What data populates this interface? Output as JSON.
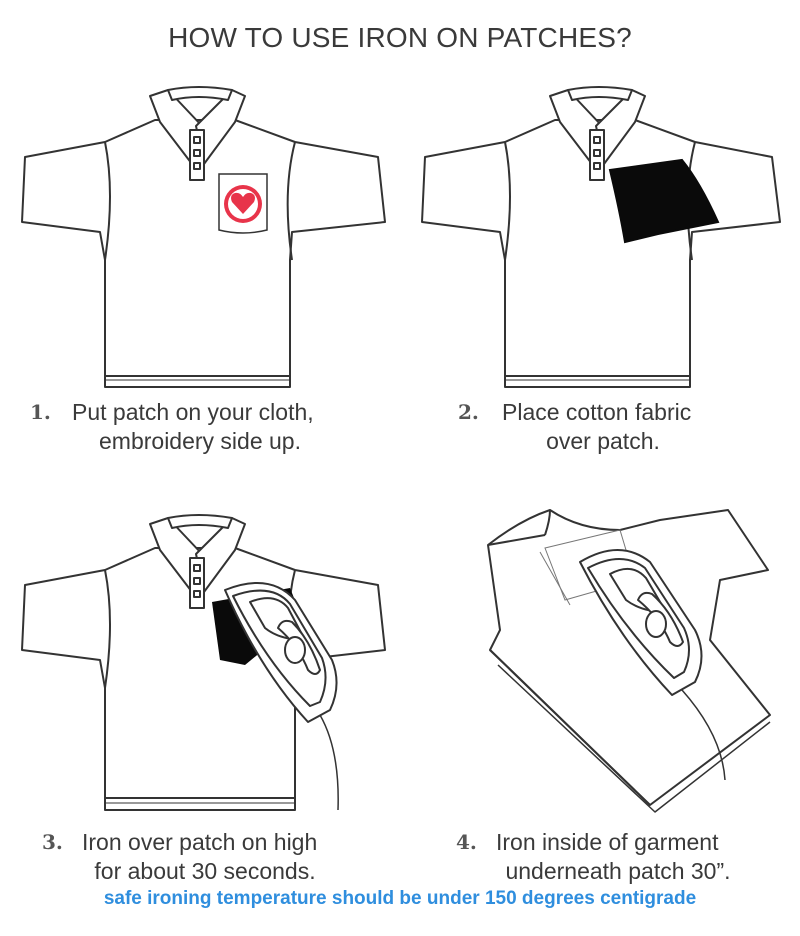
{
  "title": "HOW TO USE IRON ON PATCHES?",
  "steps": [
    {
      "number": "1.",
      "line1": "Put patch on your cloth,",
      "line2": "embroidery side up."
    },
    {
      "number": "2.",
      "line1": "Place cotton fabric",
      "line2": "over patch."
    },
    {
      "number": "3.",
      "line1": "Iron over patch on high",
      "line2": "for about 30 seconds."
    },
    {
      "number": "4.",
      "line1": "Iron inside of garment",
      "line2": "underneath patch 30”."
    }
  ],
  "note": "safe ironing temperature should be under 150 degrees centigrade",
  "colors": {
    "outline": "#333333",
    "heart": "#e8344a",
    "note": "#2f8ede"
  },
  "icons": [
    "polo-shirt-icon",
    "heart-patch-icon",
    "cotton-fabric-icon",
    "iron-icon"
  ]
}
